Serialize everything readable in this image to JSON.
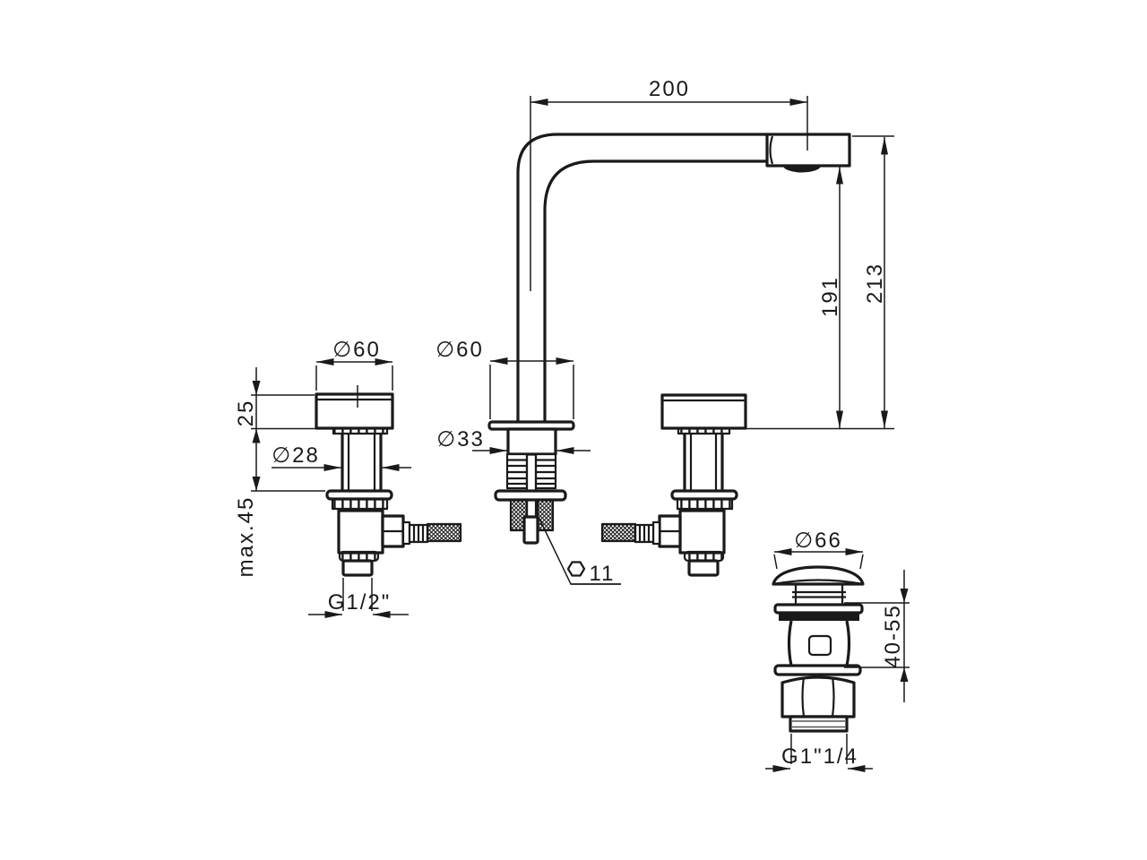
{
  "drawing": {
    "type": "technical-dimension-drawing",
    "subject": "three-hole-basin-mixer-with-pop-up-waste",
    "background_color": "#ffffff",
    "line_color": "#1a1a1a",
    "labels": {
      "spout_reach": "200",
      "height_to_outlet": "191",
      "height_total": "213",
      "handle_cap_dia": "∅60",
      "handle_cap_height": "25",
      "handle_shank_dia": "∅28",
      "max_deck_thickness": "max.45",
      "handle_thread": "G1/2\"",
      "spout_base_dia": "∅60",
      "spout_shank_dia": "∅33",
      "hex_key_size": "11",
      "drain_cap_dia": "∅66",
      "drain_clamp_range": "40-55",
      "drain_thread": "G1\"1/4"
    }
  }
}
